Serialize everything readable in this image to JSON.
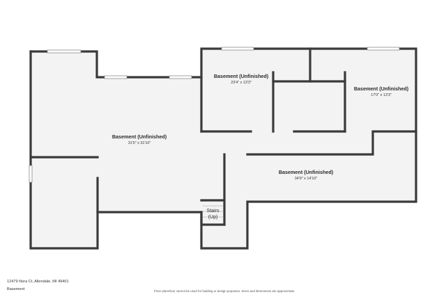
{
  "rooms": [
    {
      "name": "Basement (Unfinished)",
      "dims": "31'5\" x 31'10\""
    },
    {
      "name": "Basement (Unfinished)",
      "dims": "23'4\" x 13'3\""
    },
    {
      "name": "Basement (Unfinished)",
      "dims": "17'0\" x 13'3\""
    },
    {
      "name": "Basement (Unfinished)",
      "dims": "34'9\" x 14'10\""
    }
  ],
  "stairs": {
    "line1": "Stairs",
    "line2": "(Up)"
  },
  "footer": {
    "address": "12479 Nora Ct, Allendale, MI 49401",
    "level": "Basement",
    "disclaimer": "Floor plans/tour cannot be used for building or design purposes. Sizes and dimensions are approximate."
  },
  "colors": {
    "wall": "#3a3a3a",
    "floor": "#f3f3f3",
    "background": "#ffffff"
  }
}
